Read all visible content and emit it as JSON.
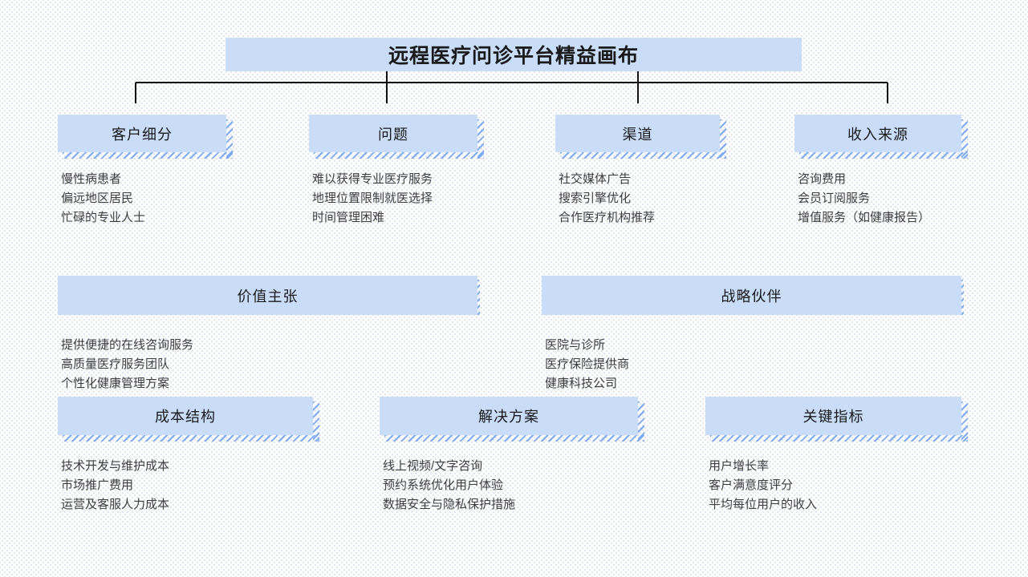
{
  "title": "远程医疗问诊平台精益画布",
  "sections": [
    {
      "id": "customer-segments",
      "label": "客户细分",
      "items": [
        "慢性病患者",
        "偏远地区居民",
        "忙碌的专业人士"
      ]
    },
    {
      "id": "problems",
      "label": "问题",
      "items": [
        "难以获得专业医疗服务",
        "地理位置限制就医选择",
        "时间管理困难"
      ]
    },
    {
      "id": "channels",
      "label": "渠道",
      "items": [
        "社交媒体广告",
        "搜索引擎优化",
        "合作医疗机构推荐"
      ]
    },
    {
      "id": "revenue-streams",
      "label": "收入来源",
      "items": [
        "咨询费用",
        "会员订阅服务",
        "增值服务（如健康报告）"
      ]
    },
    {
      "id": "value-proposition",
      "label": "价值主张",
      "items": [
        "提供便捷的在线咨询服务",
        "高质量医疗服务团队",
        "个性化健康管理方案"
      ]
    },
    {
      "id": "strategic-partners",
      "label": "战略伙伴",
      "items": [
        "医院与诊所",
        "医疗保险提供商",
        "健康科技公司"
      ]
    },
    {
      "id": "cost-structure",
      "label": "成本结构",
      "items": [
        "技术开发与维护成本",
        "市场推广费用",
        "运营及客服人力成本"
      ]
    },
    {
      "id": "solutions",
      "label": "解决方案",
      "items": [
        "线上视频/文字咨询",
        "预约系统优化用户体验",
        "数据安全与隐私保护措施"
      ]
    },
    {
      "id": "key-metrics",
      "label": "关键指标",
      "items": [
        "用户增长率",
        "客户满意度评分",
        "平均每位用户的收入"
      ]
    }
  ],
  "colors": {
    "box_fill": "#c9dcf8",
    "hatch": "#7dabf2",
    "dot": "#d8dde7",
    "line": "#111111",
    "header_text": "#1a1a1a",
    "item_text": "#3d3d3d"
  }
}
